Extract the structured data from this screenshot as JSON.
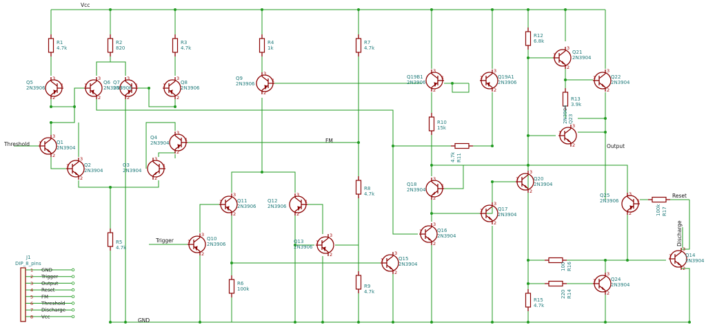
{
  "nets": {
    "vcc": "Vcc",
    "gnd": "GND",
    "threshold": "Threshold",
    "trigger": "Trigger",
    "fm": "FM",
    "output": "Output",
    "reset": "Reset",
    "discharge": "Discharge"
  },
  "resistors": [
    {
      "ref": "R1",
      "value": "4.7k"
    },
    {
      "ref": "R2",
      "value": "820"
    },
    {
      "ref": "R3",
      "value": "4.7k"
    },
    {
      "ref": "R4",
      "value": "1k"
    },
    {
      "ref": "R5",
      "value": "4.7k"
    },
    {
      "ref": "R6",
      "value": "100k"
    },
    {
      "ref": "R7",
      "value": "4.7k"
    },
    {
      "ref": "R8",
      "value": "4.7k"
    },
    {
      "ref": "R9",
      "value": "4.7k"
    },
    {
      "ref": "R10",
      "value": "15k"
    },
    {
      "ref": "R11",
      "value": "4.7k"
    },
    {
      "ref": "R12",
      "value": "6.8k"
    },
    {
      "ref": "R13",
      "value": "3.9k"
    },
    {
      "ref": "R14",
      "value": "220"
    },
    {
      "ref": "R15",
      "value": "4.7k"
    },
    {
      "ref": "R16",
      "value": "100"
    },
    {
      "ref": "R17",
      "value": "100k"
    }
  ],
  "transistors": [
    {
      "ref": "Q1",
      "value": "2N3904"
    },
    {
      "ref": "Q2",
      "value": "2N3904"
    },
    {
      "ref": "Q3",
      "value": "2N3904"
    },
    {
      "ref": "Q4",
      "value": "2N3904"
    },
    {
      "ref": "Q5",
      "value": "2N3906"
    },
    {
      "ref": "Q6",
      "value": "2N3906"
    },
    {
      "ref": "Q7",
      "value": "2N3906"
    },
    {
      "ref": "Q8",
      "value": "2N3906"
    },
    {
      "ref": "Q9",
      "value": "2N3906"
    },
    {
      "ref": "Q10",
      "value": "2N3906"
    },
    {
      "ref": "Q11",
      "value": "2N3906"
    },
    {
      "ref": "Q12",
      "value": "2N3906"
    },
    {
      "ref": "Q13",
      "value": "2N3906"
    },
    {
      "ref": "Q14",
      "value": "2N3904"
    },
    {
      "ref": "Q15",
      "value": "2N3904"
    },
    {
      "ref": "Q16",
      "value": "2N3904"
    },
    {
      "ref": "Q17",
      "value": "2N3904"
    },
    {
      "ref": "Q18",
      "value": "2N3904"
    },
    {
      "ref": "Q19B1",
      "value": "2N3906"
    },
    {
      "ref": "Q19A1",
      "value": "2N3906"
    },
    {
      "ref": "Q20",
      "value": "2N3904"
    },
    {
      "ref": "Q21",
      "value": "2N3904"
    },
    {
      "ref": "Q22",
      "value": "2N3904"
    },
    {
      "ref": "Q23",
      "value": "2N3904"
    },
    {
      "ref": "Q24",
      "value": "2N3904"
    },
    {
      "ref": "Q25",
      "value": "2N3906"
    }
  ],
  "connector": {
    "ref": "J1",
    "value": "DIP_8_pins",
    "pins": [
      {
        "num": "1",
        "name": "GND"
      },
      {
        "num": "2",
        "name": "Trigger"
      },
      {
        "num": "3",
        "name": "Output"
      },
      {
        "num": "4",
        "name": "Reset"
      },
      {
        "num": "5",
        "name": "FM"
      },
      {
        "num": "6",
        "name": "Threshold"
      },
      {
        "num": "7",
        "name": "Discharge"
      },
      {
        "num": "8",
        "name": "Vcc"
      }
    ]
  },
  "pin_numbers": [
    "1",
    "2",
    "3"
  ],
  "colors": {
    "wire": "#1f9a1f",
    "component": "#8a0000",
    "reference_text": "#1f7a7a",
    "net_label_text": "#111111",
    "connector_fill": "#ffffea"
  }
}
